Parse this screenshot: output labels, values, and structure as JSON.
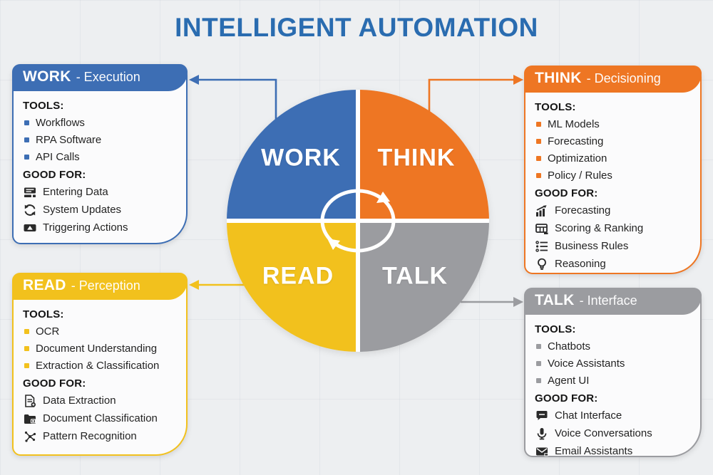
{
  "title": "INTELLIGENT AUTOMATION",
  "colors": {
    "blue": "#3d6eb4",
    "orange": "#ee7623",
    "yellow": "#f2c11d",
    "gray": "#9b9ca0",
    "title-blue": "#2a6cb0"
  },
  "circle": {
    "work": "WORK",
    "think": "THINK",
    "read": "READ",
    "talk": "TALK"
  },
  "boxes": {
    "work": {
      "title": "WORK",
      "subtitle": "- Execution",
      "tools_label": "TOOLS:",
      "tools": [
        "Workflows",
        "RPA Software",
        "API Calls"
      ],
      "good_for_label": "GOOD FOR:",
      "good_for": [
        {
          "icon": "data-entry-icon",
          "label": "Entering Data"
        },
        {
          "icon": "sync-icon",
          "label": "System Updates"
        },
        {
          "icon": "trigger-icon",
          "label": "Triggering Actions"
        }
      ]
    },
    "think": {
      "title": "THINK",
      "subtitle": "- Decisioning",
      "tools_label": "TOOLS:",
      "tools": [
        "ML Models",
        "Forecasting",
        "Optimization",
        "Policy / Rules"
      ],
      "good_for_label": "GOOD FOR:",
      "good_for": [
        {
          "icon": "forecast-chart-icon",
          "label": "Forecasting"
        },
        {
          "icon": "scoring-table-icon",
          "label": "Scoring & Ranking"
        },
        {
          "icon": "rules-list-icon",
          "label": "Business Rules"
        },
        {
          "icon": "lightbulb-icon",
          "label": "Reasoning"
        }
      ]
    },
    "read": {
      "title": "READ",
      "subtitle": "- Perception",
      "tools_label": "TOOLS:",
      "tools": [
        "OCR",
        "Document Understanding",
        "Extraction & Classification"
      ],
      "good_for_label": "GOOD FOR:",
      "good_for": [
        {
          "icon": "document-extract-icon",
          "label": "Data Extraction"
        },
        {
          "icon": "folder-classify-icon",
          "label": "Document Classification"
        },
        {
          "icon": "pattern-network-icon",
          "label": "Pattern Recognition"
        }
      ]
    },
    "talk": {
      "title": "TALK",
      "subtitle": "- Interface",
      "tools_label": "TOOLS:",
      "tools": [
        "Chatbots",
        "Voice Assistants",
        "Agent UI"
      ],
      "good_for_label": "GOOD FOR:",
      "good_for": [
        {
          "icon": "chat-bubble-icon",
          "label": "Chat Interface"
        },
        {
          "icon": "microphone-icon",
          "label": "Voice Conversations"
        },
        {
          "icon": "email-icon",
          "label": "Email Assistants"
        }
      ]
    }
  }
}
